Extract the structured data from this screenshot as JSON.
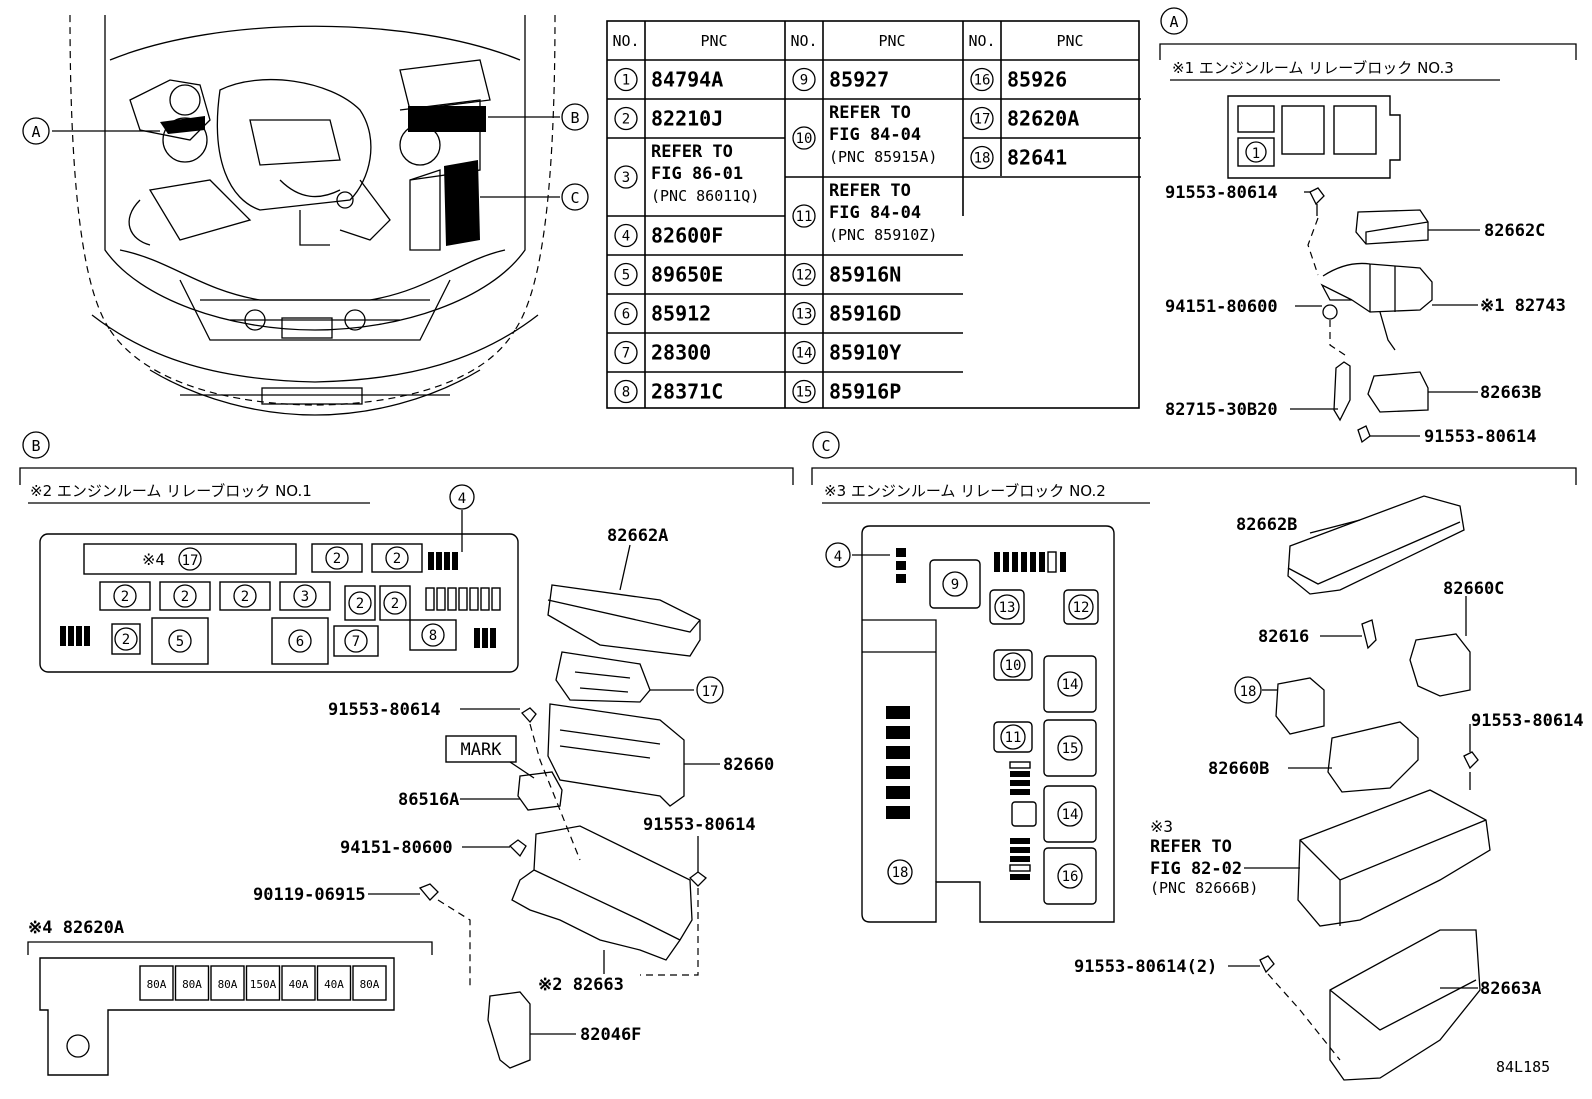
{
  "table": {
    "header_no": "NO.",
    "header_pnc": "PNC",
    "col1": [
      {
        "no": "1",
        "pnc": "84794A"
      },
      {
        "no": "2",
        "pnc": "82210J"
      },
      {
        "no": "3",
        "lines": [
          "REFER TO",
          "FIG 86-01",
          "(PNC 86011Q)"
        ]
      },
      {
        "no": "4",
        "pnc": "82600F"
      },
      {
        "no": "5",
        "pnc": "89650E"
      },
      {
        "no": "6",
        "pnc": "85912"
      },
      {
        "no": "7",
        "pnc": "28300"
      },
      {
        "no": "8",
        "pnc": "28371C"
      }
    ],
    "col2": [
      {
        "no": "9",
        "pnc": "85927"
      },
      {
        "no": "10",
        "lines": [
          "REFER TO",
          "FIG 84-04",
          "(PNC 85915A)"
        ]
      },
      {
        "no": "11",
        "lines": [
          "REFER TO",
          "FIG 84-04",
          "(PNC 85910Z)"
        ]
      },
      {
        "no": "12",
        "pnc": "85916N"
      },
      {
        "no": "13",
        "pnc": "85916D"
      },
      {
        "no": "14",
        "pnc": "85910Y"
      },
      {
        "no": "15",
        "pnc": "85916P"
      }
    ],
    "col3": [
      {
        "no": "16",
        "pnc": "85926"
      },
      {
        "no": "17",
        "pnc": "82620A"
      },
      {
        "no": "18",
        "pnc": "82641"
      }
    ]
  },
  "overview": {
    "callout_a": "A",
    "callout_b": "B",
    "callout_c": "C"
  },
  "section_a": {
    "marker": "A",
    "title": "※1 エンジンルーム リレーブロック NO.3",
    "relay_label": "1",
    "parts": {
      "bolt_top": "91553-80614",
      "cover": "82662C",
      "nut": "94151-80600",
      "block": "※1 82743",
      "bracket": "82715-30B20",
      "lower_cover": "82663B",
      "bolt_bottom": "91553-80614"
    }
  },
  "section_b": {
    "marker": "B",
    "title": "※2 エンジンルーム リレーブロック NO.1",
    "callout_4": "4",
    "note4_prefix": "※4",
    "note4_num": "17",
    "layout_labels": [
      "2",
      "2",
      "2",
      "2",
      "2",
      "3",
      "2",
      "2",
      "2",
      "5",
      "6",
      "7",
      "8"
    ],
    "parts": {
      "cover": "82662A",
      "frame": "17",
      "bolt1": "91553-80614",
      "block": "82660",
      "mark": "MARK",
      "relay": "86516A",
      "bolt2": "91553-80614",
      "nut": "94151-80600",
      "screw": "90119-06915",
      "lower": "※2 82663",
      "bracket": "82046F"
    },
    "fusible": {
      "title": "※4  82620A",
      "ratings": [
        "80A",
        "80A",
        "80A",
        "150A",
        "40A",
        "40A",
        "80A"
      ]
    }
  },
  "section_c": {
    "marker": "C",
    "title": "※3 エンジンルーム リレーブロック NO.2",
    "callout_4": "4",
    "layout_labels": [
      "9",
      "13",
      "12",
      "10",
      "14",
      "11",
      "15",
      "14",
      "18",
      "16"
    ],
    "parts": {
      "cover": "82662B",
      "fuse": "82616",
      "block_c": "82660C",
      "relay18": "18",
      "bolt1": "91553-80614",
      "block_b": "82660B",
      "note_prefix": "※3",
      "note_lines": [
        "REFER TO",
        "FIG 82-02",
        "(PNC 82666B)"
      ],
      "bolts2": "91553-80614(2)",
      "lower": "82663A"
    }
  },
  "figure_code": "84L185"
}
